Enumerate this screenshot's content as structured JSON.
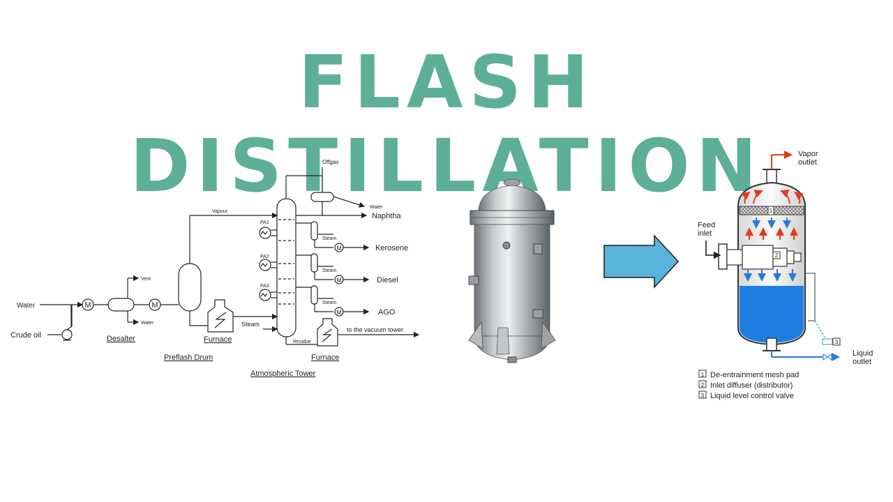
{
  "title": "FLASH DISTILLATION",
  "colors": {
    "title": "#5daf97",
    "arrow": "#5ab3da",
    "vapor": "#e03b1f",
    "liquid": "#2a79d8",
    "liquid_fill": "#1f7fe0"
  },
  "process_diagram": {
    "inputs": {
      "water": "Water",
      "crude_oil": "Crude oil"
    },
    "desalter": {
      "label": "Desalter",
      "vent": "Vent",
      "water": "Water"
    },
    "preflash_drum": "Preflash Drum",
    "vapour": "Vapour",
    "furnace_1": "Furnace",
    "furnace_2": "Furnace",
    "atmospheric_tower": "Atmospheric Tower",
    "offgas": "Offgas",
    "overhead_water": "Water",
    "steam": "Steam",
    "residue": "Residue",
    "pump_arounds": [
      "PA1",
      "PA2",
      "PA3"
    ],
    "stripper_steam": [
      "Steam",
      "Steam",
      "Steam"
    ],
    "products": [
      "Naphtha",
      "Kerosene",
      "Diesel",
      "AGO"
    ],
    "to_vacuum": "to the vacuum tower",
    "motor": "M"
  },
  "separator_diagram": {
    "vapor_outlet": [
      "Vapor",
      "outlet"
    ],
    "feed_inlet": [
      "Feed",
      "inlet"
    ],
    "liquid_outlet": [
      "Liquid",
      "outlet"
    ],
    "legend": [
      {
        "num": "1",
        "text": "De-entrainment mesh pad"
      },
      {
        "num": "2",
        "text": "Inlet diffuser (distributor)"
      },
      {
        "num": "3",
        "text": "Liquid level control valve"
      }
    ]
  }
}
